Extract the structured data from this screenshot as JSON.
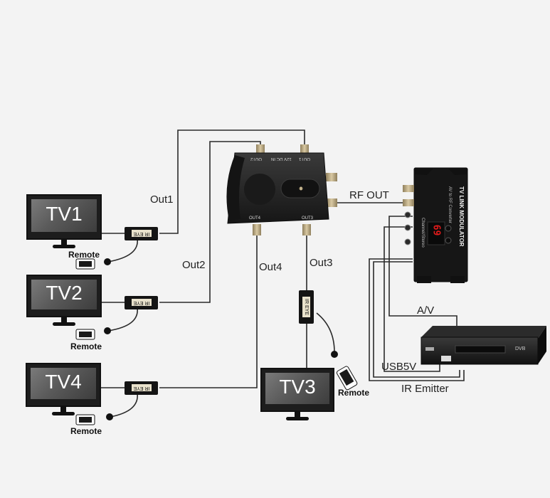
{
  "tvs": [
    {
      "label": "TV1"
    },
    {
      "label": "TV2"
    },
    {
      "label": "TV4"
    },
    {
      "label": "TV3"
    }
  ],
  "labels": {
    "out1": "Out1",
    "out2": "Out2",
    "out3": "Out3",
    "out4": "Out4",
    "rf_out": "RF OUT",
    "av": "A/V",
    "usb5v": "USB5V",
    "ir_emitter": "IR Emitter"
  },
  "remote_label": "Remote",
  "splitter": {
    "ports": [
      "OUT2",
      "OUT1",
      "OUT4",
      "OUT3",
      "12V DC IN"
    ]
  },
  "modulator": {
    "title": "TV LINK MODULATOR",
    "subtitle": "AV to RF Converter",
    "display": "69",
    "side_text": "Channel/Stereo"
  },
  "receiver": {
    "brand": "DVB"
  },
  "ir_eye_label": "IR EYE",
  "colors": {
    "background": "#f3f3f3",
    "wire": "#2a2a2a",
    "device": "#1f1f1f",
    "display_red": "#e11b1b",
    "brass": "#b6a27a"
  }
}
